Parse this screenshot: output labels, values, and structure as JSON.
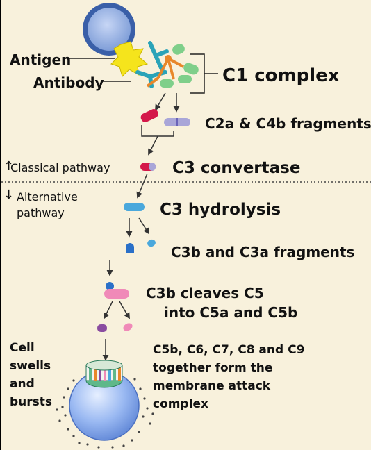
{
  "labels": {
    "antigen": "Antigen",
    "antibody": "Antibody",
    "c1_complex": "C1 complex",
    "c2a_c4b": "C2a & C4b fragments",
    "classical": "Classical pathway",
    "c3_convertase": "C3 convertase",
    "alternative_line1": "Alternative",
    "alternative_line2": "pathway",
    "c3_hydrolysis": "C3 hydrolysis",
    "c3b_c3a": "C3b and C3a fragments",
    "c3b_cleaves_line1": "C3b cleaves C5",
    "c3b_cleaves_line2": "into C5a and C5b",
    "cell_line1": "Cell",
    "cell_line2": "swells",
    "cell_line3": "and",
    "cell_line4": "bursts",
    "mac_line1": "C5b, C6, C7, C8 and  C9",
    "mac_line2": "together form the",
    "mac_line3": "membrane attack",
    "mac_line4": "complex"
  },
  "colors": {
    "background": "#f8f1dc",
    "antigen": "#f5e41c",
    "antibody": "#2aa3b8",
    "c1_orange": "#e8872a",
    "c1_green": "#7fcf8a",
    "c2a": "#d4184a",
    "c4b": "#a9a6d8",
    "c3": "#4aa8dc",
    "c3b": "#2a70c8",
    "c3a": "#4aa8dc",
    "c5": "#f08ab8",
    "c5b": "#8a4ca0",
    "cell": "#9ab9f2"
  },
  "symbols": {
    "up_arrow": "↑",
    "down_arrow": "↓"
  }
}
